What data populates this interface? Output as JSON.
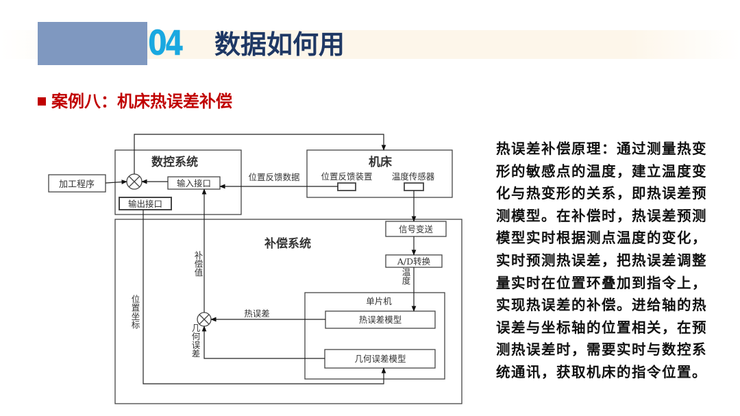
{
  "header": {
    "section_number": "04",
    "title": "数据如何用"
  },
  "subtitle": "案例八：机床热误差补偿",
  "diagram": {
    "machining_program": "加工程序",
    "cnc_system": "数控系统",
    "input_interface": "输入接口",
    "output_interface": "输出接口",
    "machine_tool": "机床",
    "position_feedback_device": "位置反馈装置",
    "temperature_sensor": "温度传感器",
    "position_feedback_data": "位置反馈数据",
    "signal_transmission": "信号变送",
    "ad_conversion": "A/D转换",
    "temperature": "温度",
    "compensation_system": "补偿系统",
    "compensation_value": "补偿值",
    "mcu": "单片机",
    "thermal_error_model": "热误差模型",
    "geometric_error_model": "几何误差模型",
    "thermal_error": "热误差",
    "geometric_error": "几何误差",
    "position_coordinate": "位置坐标"
  },
  "description": {
    "lines": [
      "热误差补偿原理：通过测量热变",
      "形的敏感点的温度，建立温度变",
      "化与热变形的关系，即热误差预",
      "测模型。在补偿时，热误差预测",
      "模型实时根据测点温度的变化，",
      "实时预测热误差，把热误差调整",
      "量实时在位置环叠加到指令上，",
      "实现热误差的补偿。进给轴的热",
      "误差与坐标轴的位置相关，在预",
      "测热误差时，需要实时与数控系",
      "统通讯，获取机床的指令位置。"
    ]
  },
  "colors": {
    "accent_red": "#c00000",
    "title_navy": "#1f3864",
    "number_cyan": "#1aa8e0",
    "block_blue": "#7f98c0"
  }
}
